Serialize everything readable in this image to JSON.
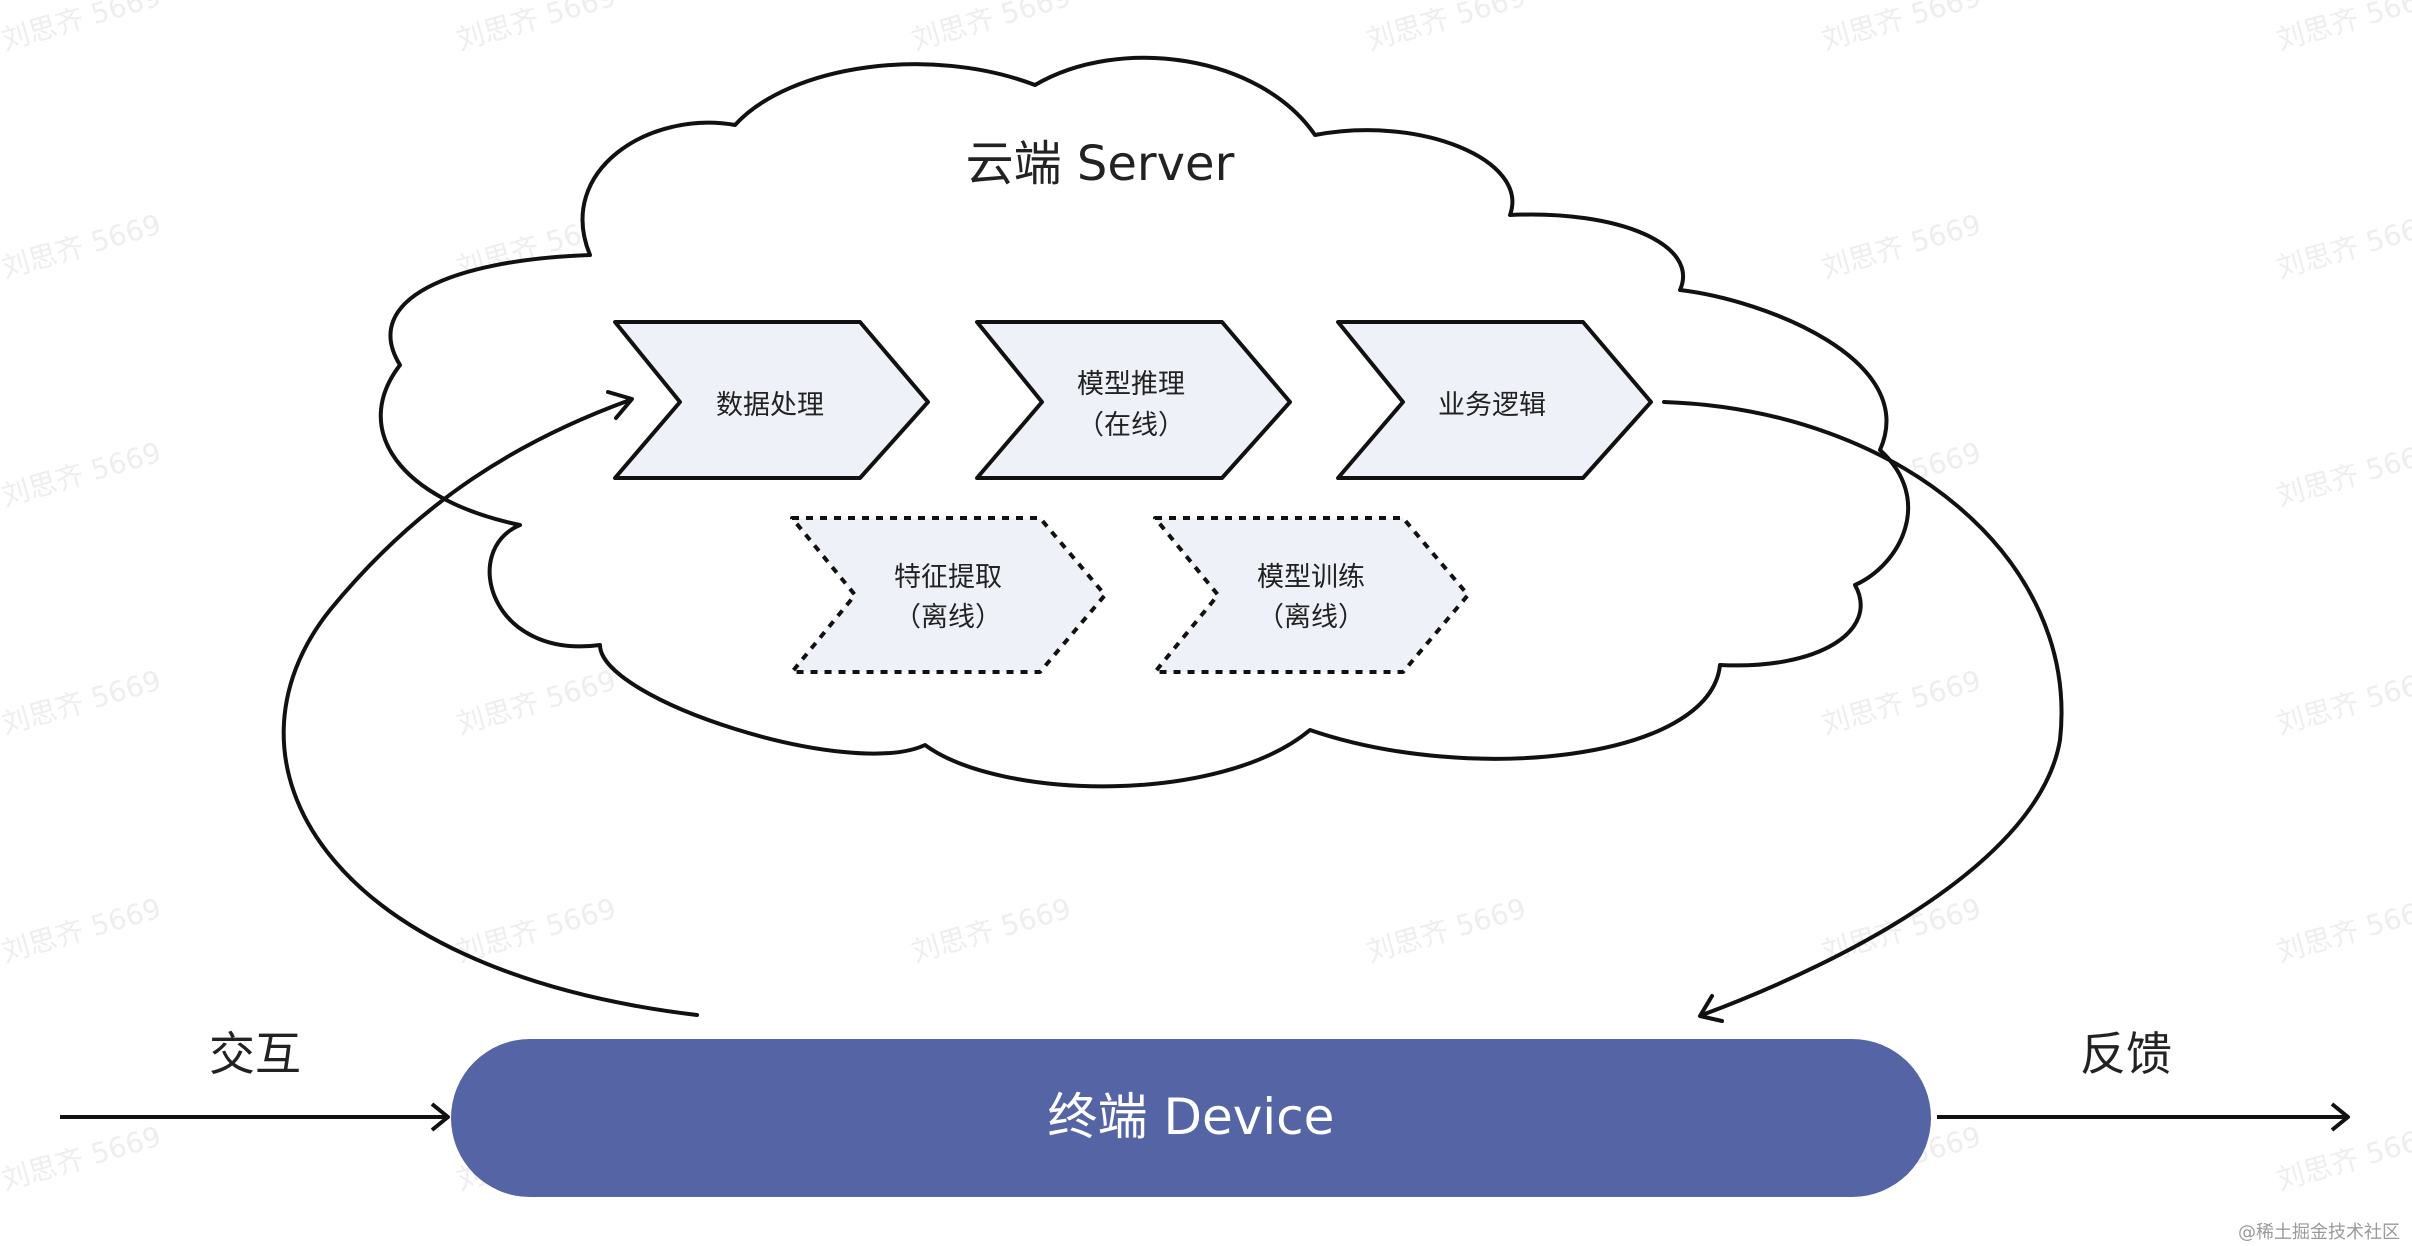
{
  "cloud": {
    "title": "云端 Server"
  },
  "online_steps": [
    {
      "line1": "数据处理",
      "line2": ""
    },
    {
      "line1": "模型推理",
      "line2": "（在线）"
    },
    {
      "line1": "业务逻辑",
      "line2": ""
    }
  ],
  "offline_steps": [
    {
      "line1": "特征提取",
      "line2": "（离线）"
    },
    {
      "line1": "模型训练",
      "line2": "（离线）"
    }
  ],
  "device": {
    "label": "终端 Device"
  },
  "labels": {
    "interaction": "交互",
    "feedback": "反馈"
  },
  "watermark": {
    "text": "刘思齐 5669"
  },
  "credit": {
    "text": "@稀土掘金技术社区"
  },
  "colors": {
    "device_fill": "#5564a4",
    "step_fill": "#eef1f8",
    "stroke": "#111111",
    "watermark": "#eeeeee"
  }
}
